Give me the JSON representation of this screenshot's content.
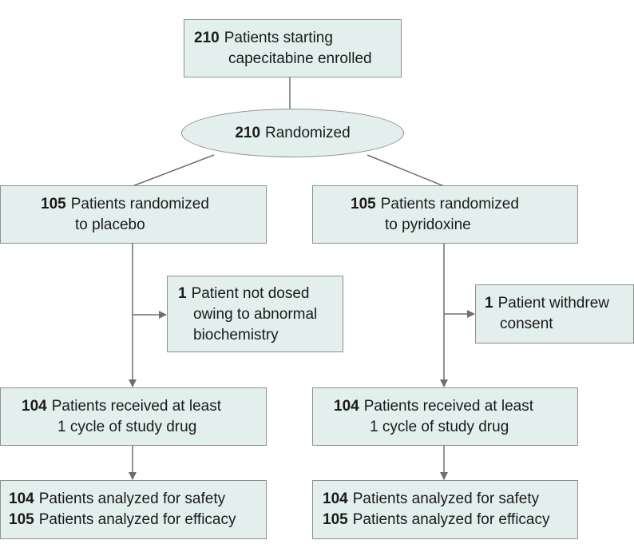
{
  "enrolled": {
    "count": "210",
    "lines": [
      "Patients starting",
      "capecitabine enrolled"
    ]
  },
  "randomized": {
    "count": "210",
    "label": "Randomized"
  },
  "placebo": {
    "arm": {
      "count": "105",
      "lines": [
        "Patients randomized",
        "to placebo"
      ]
    },
    "excluded": {
      "count": "1",
      "lines": [
        "Patient not dosed",
        "owing to abnormal",
        "biochemistry"
      ]
    },
    "received": {
      "count": "104",
      "lines": [
        "Patients received at least",
        "1 cycle of study drug"
      ]
    },
    "analyzed": [
      {
        "count": "104",
        "label": "Patients analyzed for safety"
      },
      {
        "count": "105",
        "label": "Patients analyzed for efficacy"
      }
    ]
  },
  "pyridoxine": {
    "arm": {
      "count": "105",
      "lines": [
        "Patients randomized",
        "to pyridoxine"
      ]
    },
    "excluded": {
      "count": "1",
      "lines": [
        "Patient withdrew",
        "consent"
      ]
    },
    "received": {
      "count": "104",
      "lines": [
        "Patients received at least",
        "1 cycle of study drug"
      ]
    },
    "analyzed": [
      {
        "count": "104",
        "label": "Patients analyzed for safety"
      },
      {
        "count": "105",
        "label": "Patients analyzed for efficacy"
      }
    ]
  }
}
